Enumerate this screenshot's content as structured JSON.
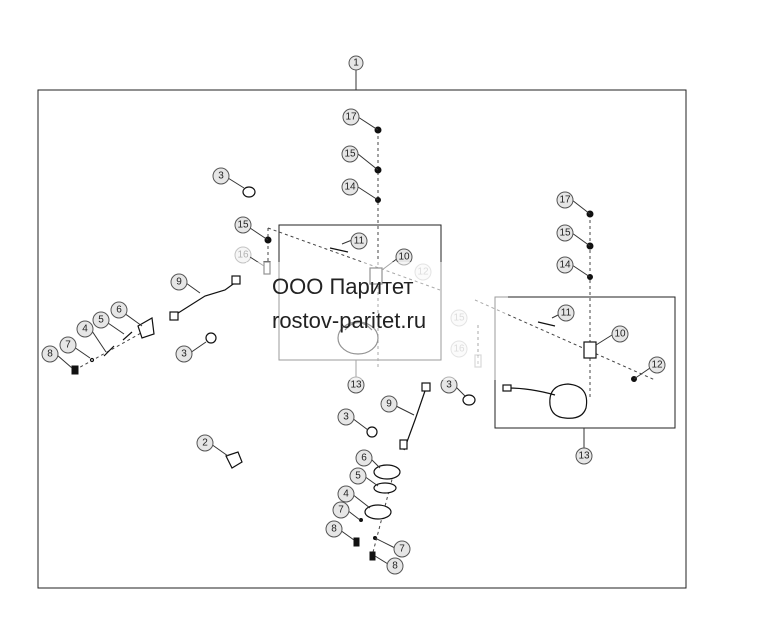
{
  "watermark": {
    "line1": "ООО Паритет",
    "line2": "rostov-paritet.ru"
  },
  "callouts": {
    "main": "1",
    "p2": "2",
    "p3a": "3",
    "p3b": "3",
    "p3c": "3",
    "p3d": "3",
    "p4a": "4",
    "p4b": "4",
    "p5a": "5",
    "p5b": "5",
    "p6a": "6",
    "p6b": "6",
    "p7a": "7",
    "p7b": "7",
    "p7c": "7",
    "p8a": "8",
    "p8b": "8",
    "p8c": "8",
    "p9a": "9",
    "p9b": "9",
    "p10a": "10",
    "p10b": "10",
    "p11a": "11",
    "p11b": "11",
    "p12a": "12",
    "p12b": "12",
    "p13a": "13",
    "p13b": "13",
    "p14a": "14",
    "p14b": "14",
    "p15a": "15",
    "p15b": "15",
    "p15c": "15",
    "p15d": "15",
    "p16a": "16",
    "p16b": "16",
    "p17a": "17",
    "p17b": "17"
  },
  "colors": {
    "line": "#222222",
    "callout_fill": "#e6e6e6"
  }
}
